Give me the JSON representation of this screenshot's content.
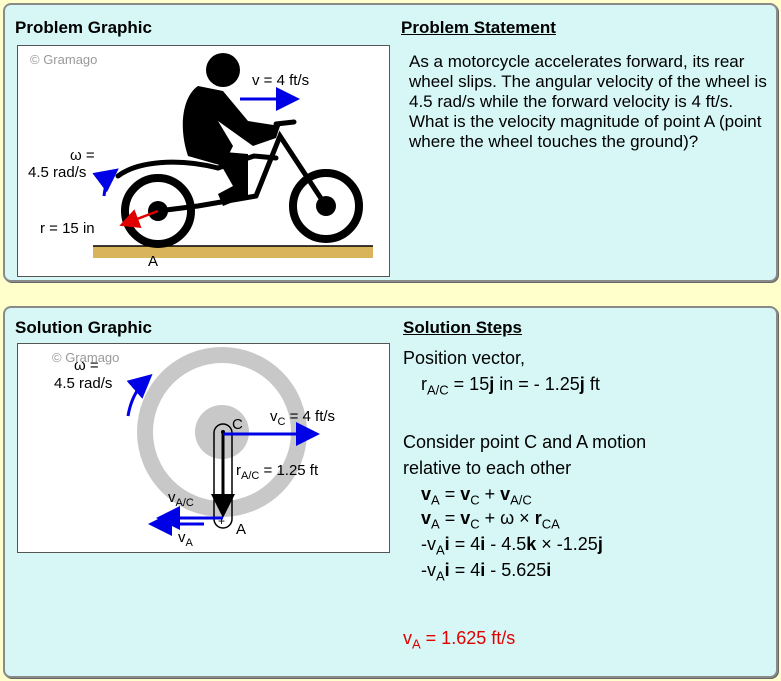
{
  "problem": {
    "graphic_title": "Problem Graphic",
    "statement_title": "Problem Statement",
    "statement_text": "As a motorcycle accelerates forward, its rear wheel slips. The angular velocity of the wheel is 4.5 rad/s while the forward velocity is 4 ft/s. What is the velocity magnitude of point A (point where the wheel touches the ground)?",
    "watermark": "© Gramago",
    "velocity_label": "v = 4 ft/s",
    "omega_label_1": "ω =",
    "omega_label_2": "4.5 rad/s",
    "radius_label": "r = 15 in",
    "point_a": "A"
  },
  "solution": {
    "graphic_title": "Solution Graphic",
    "steps_title": "Solution Steps",
    "watermark": "© Gramago",
    "omega_label_1": "ω =",
    "omega_label_2": "4.5 rad/s",
    "point_c": "C",
    "point_a": "A",
    "vc_main": "v",
    "vc_sub": "C",
    "vc_rest": " = 4 ft/s",
    "rac_main": "r",
    "rac_sub": "A/C",
    "rac_rest": " = 1.25 ft",
    "vac_main": "v",
    "vac_sub": "A/C",
    "va_main": "v",
    "va_sub": "A",
    "step_position_heading": "Position vector,",
    "step_position": {
      "r": "r",
      "r_sub": "A/C",
      "eq1": " = 15",
      "j1": "j",
      "eq2": " in = - 1.25",
      "j2": "j",
      "eq3": " ft"
    },
    "step_consider_1": "Consider point C and A motion",
    "step_consider_2": "relative to each other",
    "eq_line_1": {
      "v1": "v",
      "s1": "A",
      "eq": " = ",
      "v2": "v",
      "s2": "C",
      "plus": " + ",
      "v3": "v",
      "s3": "A/C"
    },
    "eq_line_2": {
      "v1": "v",
      "s1": "A",
      "eq": " = ",
      "v2": "v",
      "s2": "C",
      "plus": " + ω × ",
      "r": "r",
      "s3": "CA"
    },
    "eq_line_3": {
      "a": "-v",
      "s1": "A",
      "i": "i",
      "rest": " = 4",
      "i2": "i",
      "mid": " - 4.5",
      "k": "k",
      "end": " × -1.25",
      "j": "j"
    },
    "eq_line_4": {
      "a": "-v",
      "s1": "A",
      "i": "i",
      "rest": " = 4",
      "i2": "i",
      "mid": " - 5.625",
      "i3": "i"
    },
    "final": {
      "v": "v",
      "sub": "A",
      "rest": " = 1.625 ft/s"
    }
  },
  "colors": {
    "panel": "#D6F7F6",
    "background": "#FFFFCC",
    "arrow_blue": "#0000E6",
    "arrow_red": "#E00000",
    "wheel_gray": "#C8C8C8",
    "ground": "#D9B45A"
  }
}
